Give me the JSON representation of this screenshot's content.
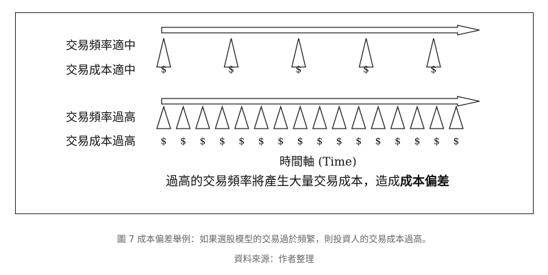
{
  "rows": [
    {
      "freq_label": "交易頻率適中",
      "cost_label": "交易成本適中",
      "events": 5
    },
    {
      "freq_label": "交易頻率過高",
      "cost_label": "交易成本過高",
      "events": 16
    }
  ],
  "cost_symbol": "$",
  "axis_label": "時間軸  (Time)",
  "conclusion": "過高的交易頻率將產生大量交易成本，造成",
  "conclusion_bold": "成本偏差",
  "caption": "圖 7 成本偏差舉例：如果選股模型的交易過於頻繁，則投資人的交易成本過高。",
  "source": "資料來源：作者整理"
}
